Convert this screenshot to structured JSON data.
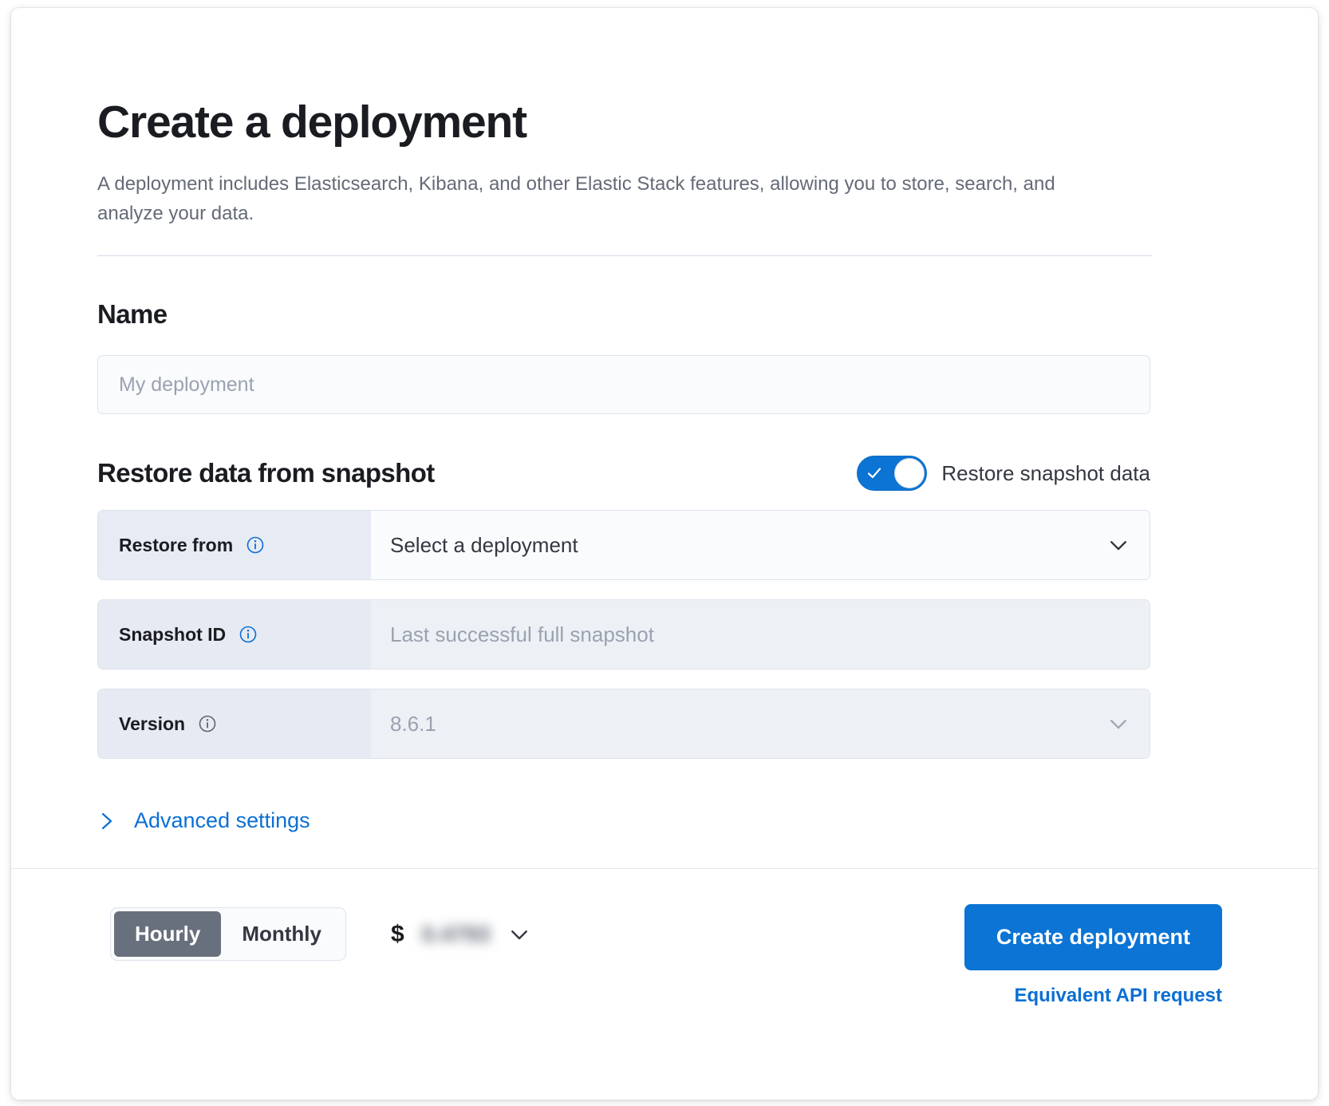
{
  "header": {
    "title": "Create a deployment",
    "subtitle": "A deployment includes Elasticsearch, Kibana, and other Elastic Stack features, allowing you to store, search, and analyze your data."
  },
  "name_section": {
    "heading": "Name",
    "input_placeholder": "My deployment",
    "input_value": ""
  },
  "restore_section": {
    "heading": "Restore data from snapshot",
    "toggle_label": "Restore snapshot data",
    "toggle_on": true,
    "rows": [
      {
        "label": "Restore from",
        "value": "Select a deployment",
        "info_icon": "info-icon",
        "info_icon_color": "#0b6fd4",
        "control_icon": "chevron-down-icon",
        "disabled": false
      },
      {
        "label": "Snapshot ID",
        "value": "Last successful full snapshot",
        "info_icon": "info-icon",
        "info_icon_color": "#0b6fd4",
        "control_icon": "",
        "disabled": true
      },
      {
        "label": "Version",
        "value": "8.6.1",
        "info_icon": "info-icon",
        "info_icon_color": "#5e646f",
        "control_icon": "chevron-down-icon",
        "disabled": true
      }
    ]
  },
  "advanced_settings": {
    "label": "Advanced settings",
    "icon": "chevron-right-icon",
    "expanded": false
  },
  "footer": {
    "billing_options": [
      {
        "label": "Hourly",
        "active": true
      },
      {
        "label": "Monthly",
        "active": false
      }
    ],
    "price_currency_symbol": "$",
    "price_amount": "0.4793",
    "price_redacted": true,
    "price_chevron_icon": "chevron-down-icon",
    "create_button_label": "Create deployment",
    "api_link_label": "Equivalent API request"
  },
  "colors": {
    "accent_blue": "#0b74d4",
    "link_blue": "#0b6fd4",
    "toggle_on": "#0b74d4",
    "segment_active": "#69707d",
    "text_primary": "#1a1c21",
    "text_secondary": "#646a77",
    "row_label_bg": "#e7ebf3",
    "row_control_bg": "#f9fbfd",
    "row_disabled_bg": "#edf1f5"
  }
}
